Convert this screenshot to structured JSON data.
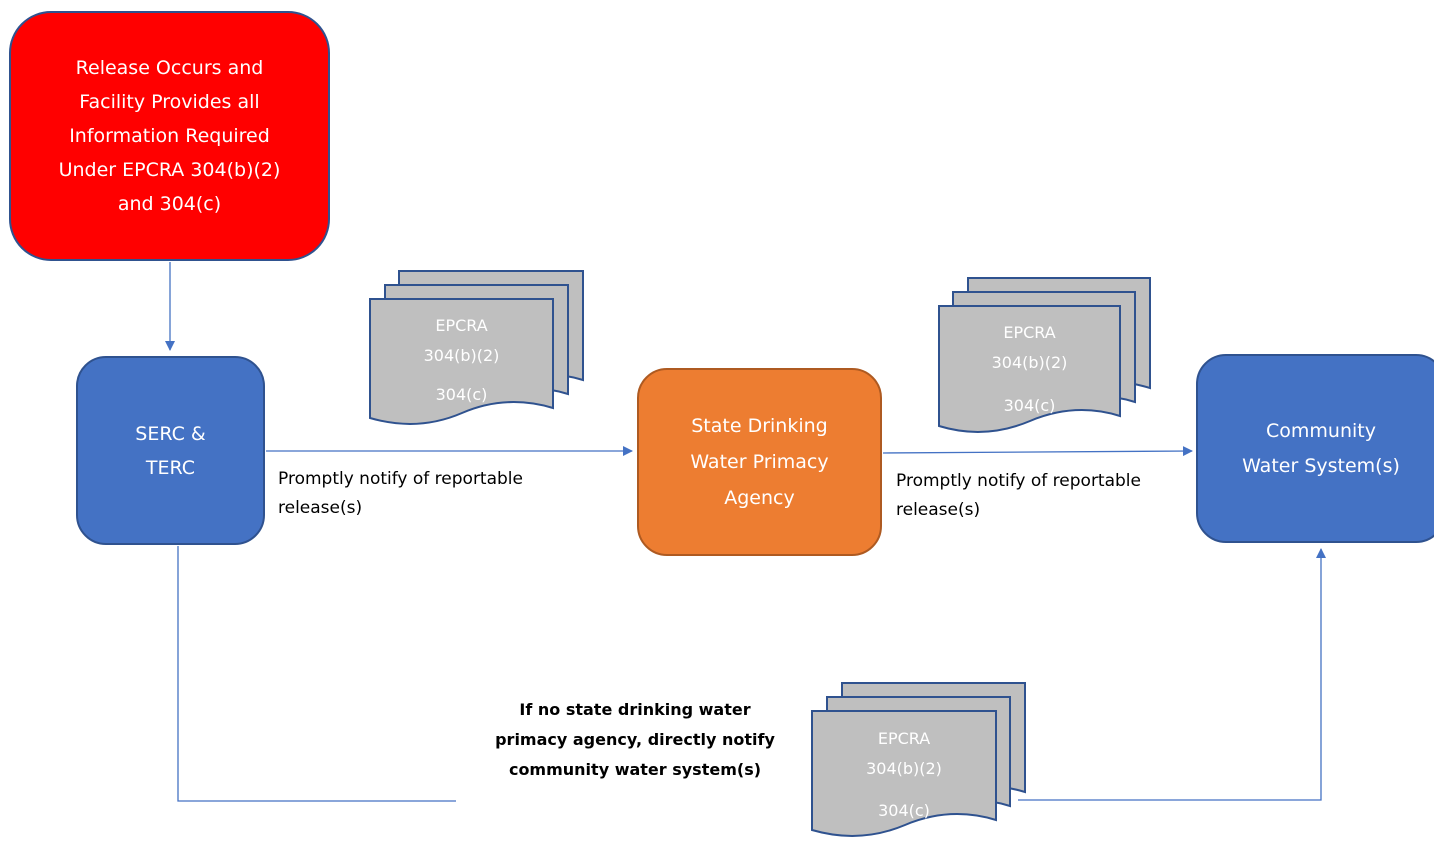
{
  "diagram": {
    "colors": {
      "release_box": "#ff0000",
      "blue_box": "#4472c4",
      "orange_box": "#ed7d31",
      "document": "#bfbfbf",
      "document_outline": "#2f528f",
      "connector": "#4472c4"
    },
    "release_box": {
      "lines": [
        "Release Occurs and",
        "Facility Provides all",
        "Information Required",
        "Under EPCRA 304(b)(2)",
        "and 304(c)"
      ]
    },
    "serc_box": {
      "lines": [
        "SERC &",
        "TERC"
      ]
    },
    "state_box": {
      "lines": [
        "State Drinking",
        "Water Primacy",
        "Agency"
      ]
    },
    "cws_box": {
      "lines": [
        "Community",
        "Water System(s)"
      ]
    },
    "documents": [
      {
        "lines": [
          "EPCRA",
          "304(b)(2)",
          "304(c)"
        ]
      },
      {
        "lines": [
          "EPCRA",
          "304(b)(2)",
          "304(c)"
        ]
      },
      {
        "lines": [
          "EPCRA",
          "304(b)(2)",
          "304(c)"
        ]
      }
    ],
    "label_serc_to_state": {
      "lines": [
        "Promptly notify of reportable",
        "release(s)"
      ]
    },
    "label_state_to_cws": {
      "lines": [
        "Promptly notify of reportable",
        "release(s)"
      ]
    },
    "label_direct": {
      "lines": [
        "If no state drinking water",
        "primacy agency, directly notify",
        "community water system(s)"
      ]
    }
  }
}
